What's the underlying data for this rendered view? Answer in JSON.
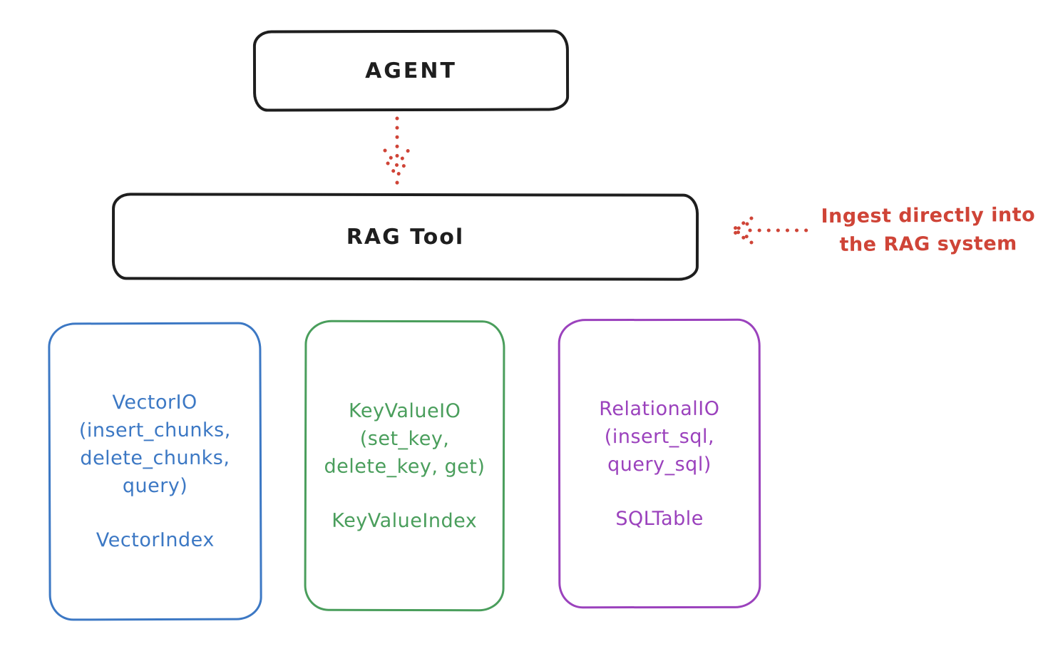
{
  "diagram": {
    "agent_box": {
      "label": "AGENT"
    },
    "rag_tool_box": {
      "label": "RAG Tool"
    },
    "annotation": {
      "line1": "Ingest directly into",
      "line2": "the RAG system"
    },
    "cards": [
      {
        "id": "vector-io",
        "lines": [
          "VectorIO",
          "(insert_chunks,",
          "delete_chunks,",
          "query)"
        ],
        "index_label": "VectorIndex",
        "color": "#3c78c4"
      },
      {
        "id": "key-value-io",
        "lines": [
          "KeyValueIO",
          "(set_key,",
          "delete_key, get)"
        ],
        "index_label": "KeyValueIndex",
        "color": "#4a9e5c"
      },
      {
        "id": "relational-io",
        "lines": [
          "RelationalIO",
          "(insert_sql,",
          "query_sql)"
        ],
        "index_label": "SQLTable",
        "color": "#9b42bd"
      }
    ],
    "colors": {
      "ink": "#1e1e1e",
      "annotation_red": "#cf4437",
      "vector_blue": "#3c78c4",
      "keyvalue_green": "#4a9e5c",
      "relational_purple": "#9b42bd",
      "background": "#ffffff"
    }
  }
}
